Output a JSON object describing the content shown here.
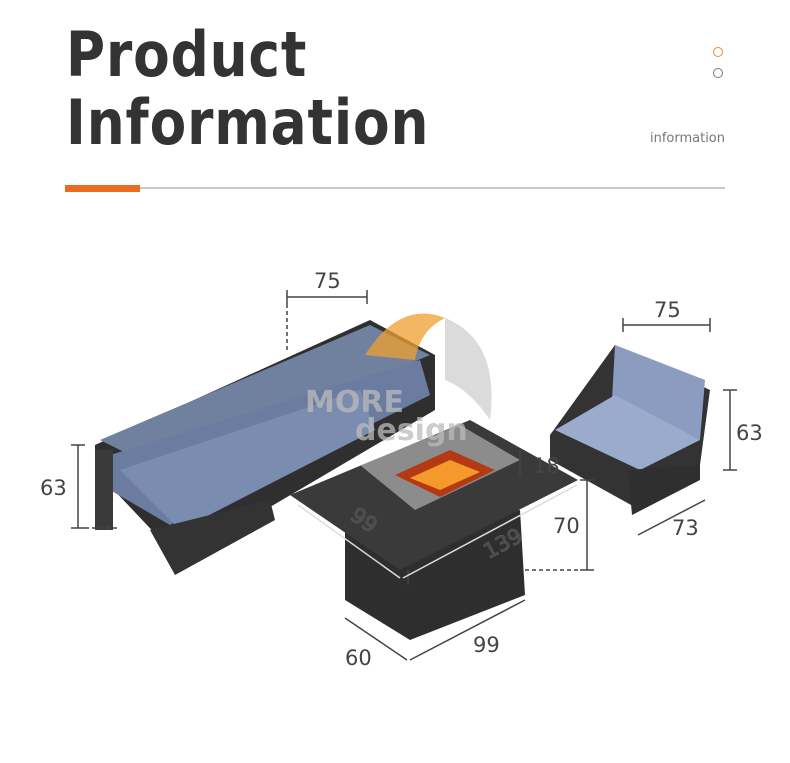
{
  "header": {
    "title_line1": "Product",
    "title_line2": "Information",
    "subtitle": "information"
  },
  "colors": {
    "accent": "#ed6b1e",
    "text": "#333333",
    "cushion": "#6f82a6",
    "frame": "#3a3a3a"
  },
  "watermark": {
    "line1": "MORE",
    "line2": "design"
  },
  "dimensions": {
    "sofa_width": "75",
    "sofa_height": "63",
    "chair_width": "75",
    "chair_height": "63",
    "chair_depth": "73",
    "table_glass_height": "18",
    "table_top_depth": "99",
    "table_top_length": "139",
    "table_height": "70",
    "table_base_depth": "60",
    "table_base_length": "99"
  }
}
